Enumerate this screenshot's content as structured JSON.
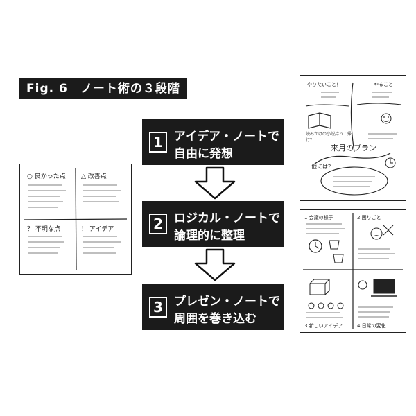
{
  "figure_label": "Fig. 6　ノート術の３段階",
  "steps": [
    {
      "number": "1",
      "line1": "アイデア・ノートで",
      "line2": "自由に発想"
    },
    {
      "number": "2",
      "line1": "ロジカル・ノートで",
      "line2": "論理的に整理"
    },
    {
      "number": "3",
      "line1": "プレゼン・ノートで",
      "line2": "周囲を巻き込む"
    }
  ],
  "left_note": {
    "cells": [
      "○ 良かった点",
      "△ 改善点",
      "？ 不明な点",
      "！ アイデア"
    ]
  },
  "right_top_note": {
    "want": "やりたいこと！",
    "todo": "やること",
    "plan": "来月のプラン",
    "other": "他には？",
    "read": "読みかけの小説持って帰行？"
  },
  "right_bottom_note": {
    "cells": [
      "1 会議の様子",
      "2 困りごと",
      "3 新しいアイデア",
      "4 日常の変化"
    ]
  },
  "colors": {
    "dark": "#1b1b1b",
    "paper": "#ffffff"
  }
}
